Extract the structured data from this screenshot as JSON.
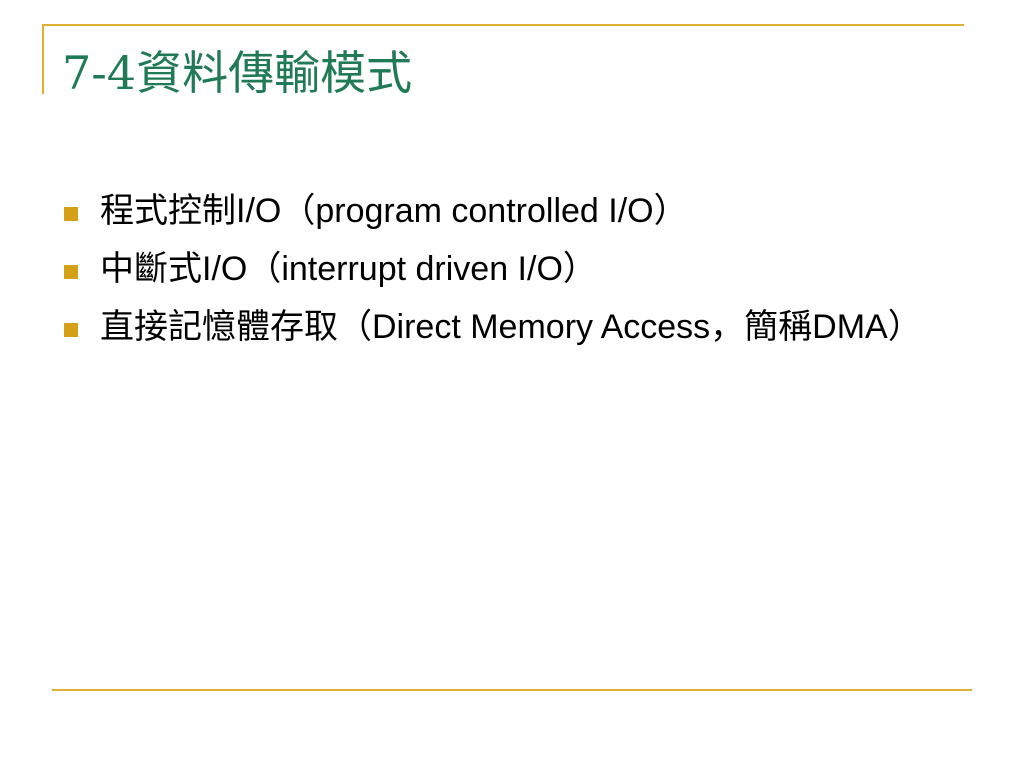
{
  "slide": {
    "title": "7-4資料傳輸模式",
    "bullets": [
      {
        "text": "程式控制I/O（program controlled I/O）"
      },
      {
        "text": "中斷式I/O（interrupt driven I/O）"
      },
      {
        "text": "直接記憶體存取（Direct Memory Access，簡稱DMA）"
      }
    ]
  },
  "colors": {
    "accent": "#e0b030",
    "title": "#1f7a55",
    "bullet_marker": "#d4a017"
  }
}
